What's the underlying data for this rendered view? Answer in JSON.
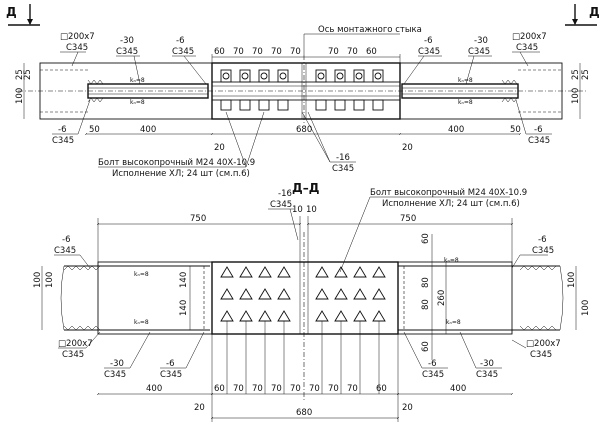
{
  "section_marks": {
    "left": "Д",
    "right": "Д"
  },
  "section_title": "Д–Д",
  "axis_label": "Ось монтажного стыка",
  "materials": {
    "tube": "□200x7",
    "steel": "С345",
    "plate_30": "-30",
    "plate_6": "-6",
    "plate_16": "-16"
  },
  "bolt_note": {
    "line1": "Болт высокопрочный М24 40Х-10.9",
    "line2": "Исполнение ХЛ; 24 шт (см.п.6)"
  },
  "weld_mark": "kₙ=8",
  "dims": {
    "d60": "60",
    "d70": "70",
    "d680": "680",
    "d20": "20",
    "d400": "400",
    "d50": "50",
    "d25": "25",
    "d100": "100",
    "d750": "750",
    "d10": "10",
    "d140": "140",
    "d80": "80",
    "d260": "260"
  },
  "top_pitches": [
    "60",
    "70",
    "70",
    "70",
    "70",
    "70",
    "70",
    "60"
  ],
  "bottom_pitches": [
    "60",
    "70",
    "70",
    "70",
    "70",
    "70",
    "70",
    "70",
    "60"
  ]
}
